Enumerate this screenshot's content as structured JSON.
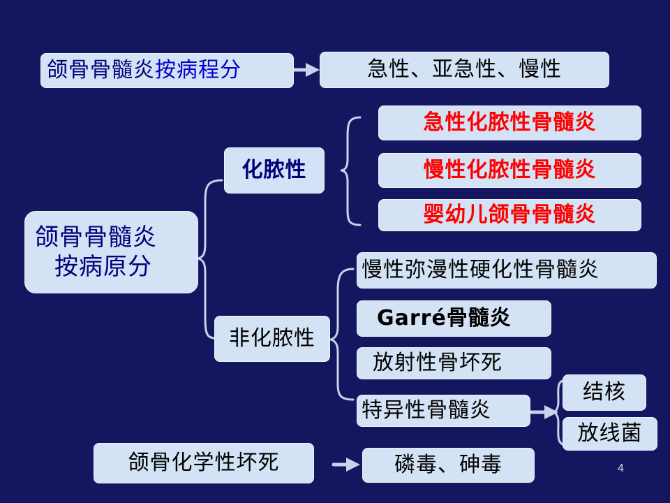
{
  "row1": {
    "label_a": "颌骨骨髓炎",
    "label_b": "按病程分",
    "result": "急性、亚急性、慢性"
  },
  "main_node": {
    "line1": "颌骨骨髓炎",
    "line2": "按病原分"
  },
  "suppurative": {
    "label": "化脓性",
    "children": [
      "急性化脓性骨髓炎",
      "慢性化脓性骨髓炎",
      "婴幼儿颌骨骨髓炎"
    ]
  },
  "non_suppurative": {
    "label": "非化脓性",
    "children": [
      "慢性弥漫性硬化性骨髓炎",
      "Garré骨髓炎",
      "放射性骨坏死",
      "特异性骨髓炎"
    ]
  },
  "specific": {
    "children": [
      "结核",
      "放线菌"
    ]
  },
  "row_bottom": {
    "label": "颌骨化学性坏死",
    "result": "磷毒、砷毒"
  },
  "page_number": "4",
  "colors": {
    "background": "#141760",
    "box_fill": "#d3e2f4",
    "connector": "#c7d3ec",
    "highlight_red": "#ff0000",
    "accent_blue": "#0000cc"
  }
}
